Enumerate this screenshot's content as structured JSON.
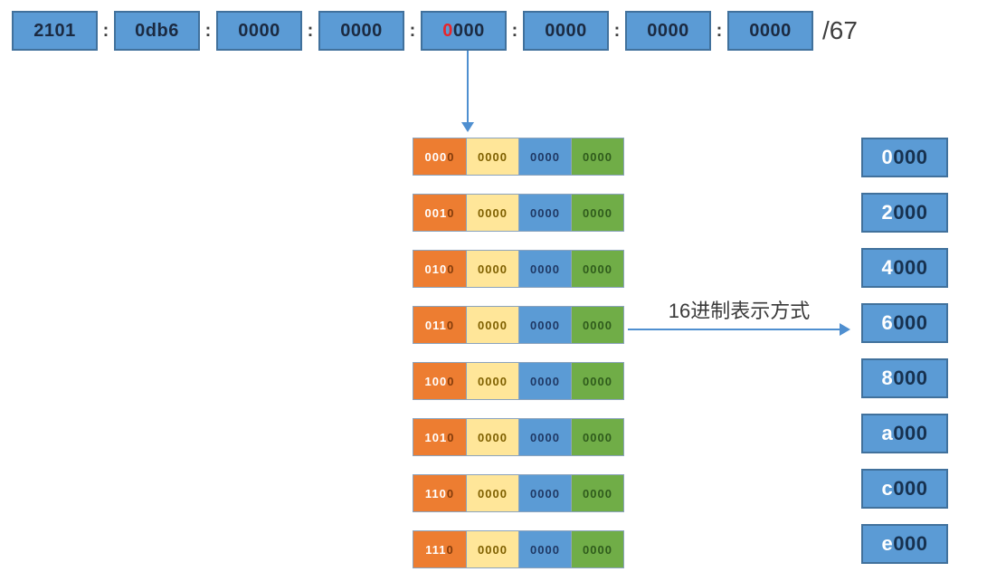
{
  "address_bar": {
    "separator": ":",
    "suffix": "/67",
    "groups": [
      {
        "highlight": "",
        "rest": "2101"
      },
      {
        "highlight": "",
        "rest": "0db6"
      },
      {
        "highlight": "",
        "rest": "0000"
      },
      {
        "highlight": "",
        "rest": "0000"
      },
      {
        "highlight": "0",
        "rest": "000"
      },
      {
        "highlight": "",
        "rest": "0000"
      },
      {
        "highlight": "",
        "rest": "0000"
      },
      {
        "highlight": "",
        "rest": "0000"
      }
    ]
  },
  "binary_rows": {
    "rows": [
      {
        "bits": "000",
        "host_bit": "0",
        "nibble2": "0000",
        "nibble3": "0000",
        "nibble4": "0000"
      },
      {
        "bits": "001",
        "host_bit": "0",
        "nibble2": "0000",
        "nibble3": "0000",
        "nibble4": "0000"
      },
      {
        "bits": "010",
        "host_bit": "0",
        "nibble2": "0000",
        "nibble3": "0000",
        "nibble4": "0000"
      },
      {
        "bits": "011",
        "host_bit": "0",
        "nibble2": "0000",
        "nibble3": "0000",
        "nibble4": "0000"
      },
      {
        "bits": "100",
        "host_bit": "0",
        "nibble2": "0000",
        "nibble3": "0000",
        "nibble4": "0000"
      },
      {
        "bits": "101",
        "host_bit": "0",
        "nibble2": "0000",
        "nibble3": "0000",
        "nibble4": "0000"
      },
      {
        "bits": "110",
        "host_bit": "0",
        "nibble2": "0000",
        "nibble3": "0000",
        "nibble4": "0000"
      },
      {
        "bits": "111",
        "host_bit": "0",
        "nibble2": "0000",
        "nibble3": "0000",
        "nibble4": "0000"
      }
    ]
  },
  "hex_column": {
    "boxes": [
      {
        "highlight": "0",
        "rest": "000"
      },
      {
        "highlight": "2",
        "rest": "000"
      },
      {
        "highlight": "4",
        "rest": "000"
      },
      {
        "highlight": "6",
        "rest": "000"
      },
      {
        "highlight": "8",
        "rest": "000"
      },
      {
        "highlight": "a",
        "rest": "000"
      },
      {
        "highlight": "c",
        "rest": "000"
      },
      {
        "highlight": "e",
        "rest": "000"
      }
    ]
  },
  "arrow_label": "16进制表示方式",
  "colors": {
    "box_blue": "#5B9BD5",
    "box_border": "#41719C",
    "orange": "#ED7D31",
    "yellow": "#FFE699",
    "green": "#70AD47",
    "highlight_red": "#E8262B",
    "arrow_blue": "#4F8FD0"
  }
}
